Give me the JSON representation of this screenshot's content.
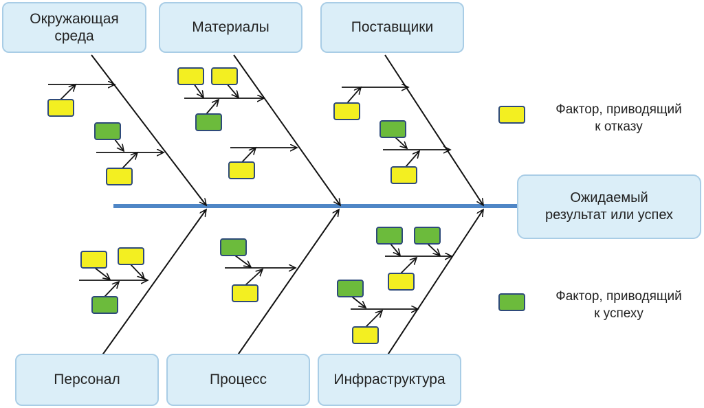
{
  "categories_top": [
    {
      "label": "Окружающая среда"
    },
    {
      "label": "Материалы"
    },
    {
      "label": "Поставщики"
    }
  ],
  "categories_bottom": [
    {
      "label": "Персонал"
    },
    {
      "label": "Процесс"
    },
    {
      "label": "Инфраструктура"
    }
  ],
  "result": {
    "line1": "Ожидаемый",
    "line2": "результат или успех"
  },
  "legend": [
    {
      "line1": "Фактор, приводящий",
      "line2": "к отказу",
      "color": "#f3ef21"
    },
    {
      "line1": "Фактор, приводящий",
      "line2": "к успеху",
      "color": "#6cbb3c"
    }
  ],
  "colors": {
    "spine": "#4f86c6",
    "bone": "#111111",
    "factor_border": "#2e4a7a",
    "fail": "#f3ef21",
    "success": "#6cbb3c"
  }
}
